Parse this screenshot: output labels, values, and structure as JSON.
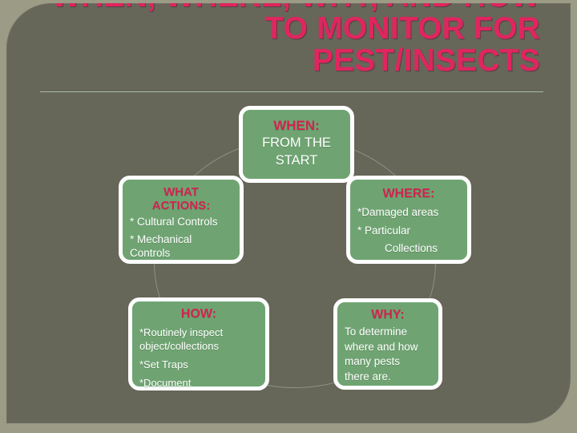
{
  "slide": {
    "background_color": "#666659",
    "frame_color": "#9b9b86",
    "accent_color": "#e0255f",
    "node_fill_color": "#6fa472",
    "node_border_color": "#ffffff",
    "divider_color": "#b9c9b0"
  },
  "title": {
    "line1": "WHEN, WHERE, WHY, AND HOW",
    "line2": "TO MONITOR FOR",
    "line3": "PEST/INSECTS"
  },
  "cycle": {
    "nodes": [
      {
        "id": "when",
        "heading": "WHEN:",
        "lines": [
          "FROM THE",
          "START"
        ]
      },
      {
        "id": "what",
        "heading": "WHAT ACTIONS:",
        "heading_line1": "WHAT",
        "heading_line2": "ACTIONS:",
        "lines": [
          "* Cultural Controls",
          "* Mechanical Controls"
        ]
      },
      {
        "id": "where",
        "heading": "WHERE:",
        "lines": [
          "*Damaged areas",
          "* Particular",
          "Collections"
        ]
      },
      {
        "id": "how",
        "heading": "HOW:",
        "lines": [
          "*Routinely inspect object/collections",
          "*Set Traps",
          "*Document"
        ]
      },
      {
        "id": "why",
        "heading": "WHY:",
        "lines": [
          "To determine",
          "where  and how",
          "many pests",
          "there are."
        ]
      }
    ]
  }
}
